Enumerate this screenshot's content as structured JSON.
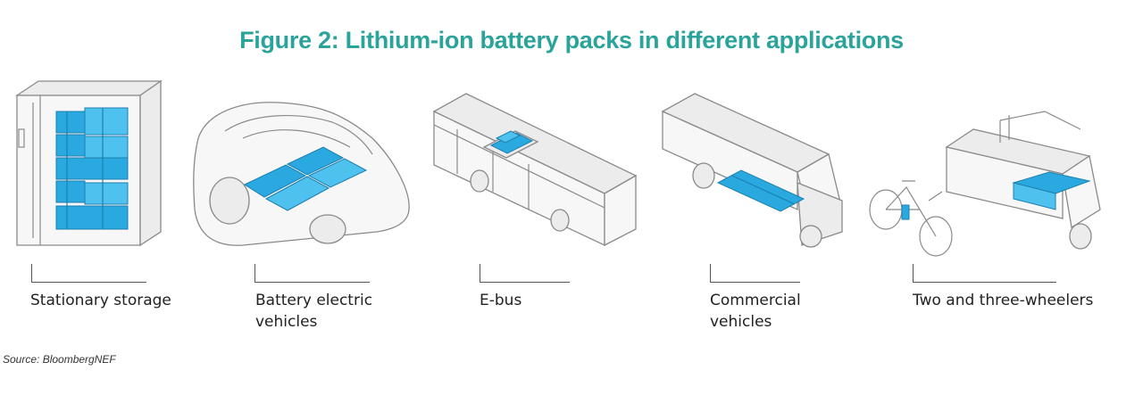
{
  "title": "Figure 2: Lithium-ion battery packs in different applications",
  "applications": [
    {
      "lines": [
        "Stationary storage"
      ],
      "icon": "storage-cabinet-icon"
    },
    {
      "lines": [
        "Battery electric",
        "vehicles"
      ],
      "icon": "car-icon"
    },
    {
      "lines": [
        "E-bus"
      ],
      "icon": "bus-icon"
    },
    {
      "lines": [
        "Commercial",
        "vehicles"
      ],
      "icon": "truck-icon"
    },
    {
      "lines": [
        "Two and three-wheelers"
      ],
      "icon": "bike-and-tuktuk-icon"
    }
  ],
  "source": "Source: BloombergNEF",
  "colors": {
    "title": "#2aa39b",
    "battery": "#2aa9e0",
    "outline": "#8a8a8a"
  }
}
